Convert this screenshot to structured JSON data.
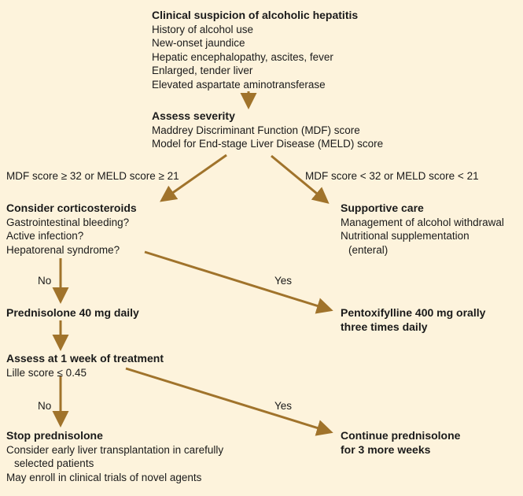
{
  "nodes": {
    "suspicion": {
      "title": "Clinical suspicion of alcoholic hepatitis",
      "lines": [
        "History of alcohol use",
        "New-onset jaundice",
        "Hepatic encephalopathy, ascites, fever",
        "Enlarged, tender liver",
        "Elevated aspartate aminotransferase"
      ]
    },
    "severity": {
      "title": "Assess severity",
      "lines": [
        "Maddrey Discriminant Function (MDF) score",
        "Model for End-stage Liver Disease (MELD) score"
      ]
    },
    "corticosteroids": {
      "title": "Consider corticosteroids",
      "lines": [
        "Gastrointestinal bleeding?",
        "Active infection?",
        "Hepatorenal syndrome?"
      ]
    },
    "supportive": {
      "title": "Supportive care",
      "lines": [
        "Management of alcohol withdrawal",
        "Nutritional supplementation",
        "(enteral)"
      ]
    },
    "prednisolone": {
      "title": "Prednisolone 40 mg daily"
    },
    "pentoxifylline": {
      "title_lines": [
        "Pentoxifylline 400 mg orally",
        "three times daily"
      ]
    },
    "assess_week": {
      "title": "Assess at 1 week of treatment",
      "lines": [
        "Lille score ≤ 0.45"
      ]
    },
    "stop": {
      "title": "Stop prednisolone",
      "lines": [
        "Consider early liver transplantation in carefully",
        "selected patients",
        "May enroll in clinical trials of novel agents"
      ]
    },
    "continue": {
      "title_lines": [
        "Continue prednisolone",
        "for 3 more weeks"
      ]
    }
  },
  "edge_labels": {
    "severe": "MDF score ≥ 32 or MELD score ≥ 21",
    "mild": "MDF score < 32 or MELD score < 21",
    "cortico_no": "No",
    "cortico_yes": "Yes",
    "lille_no": "No",
    "lille_yes": "Yes"
  },
  "colors": {
    "background": "#fdf3dc",
    "arrow": "#a0732b",
    "text": "#1a1a1a"
  }
}
